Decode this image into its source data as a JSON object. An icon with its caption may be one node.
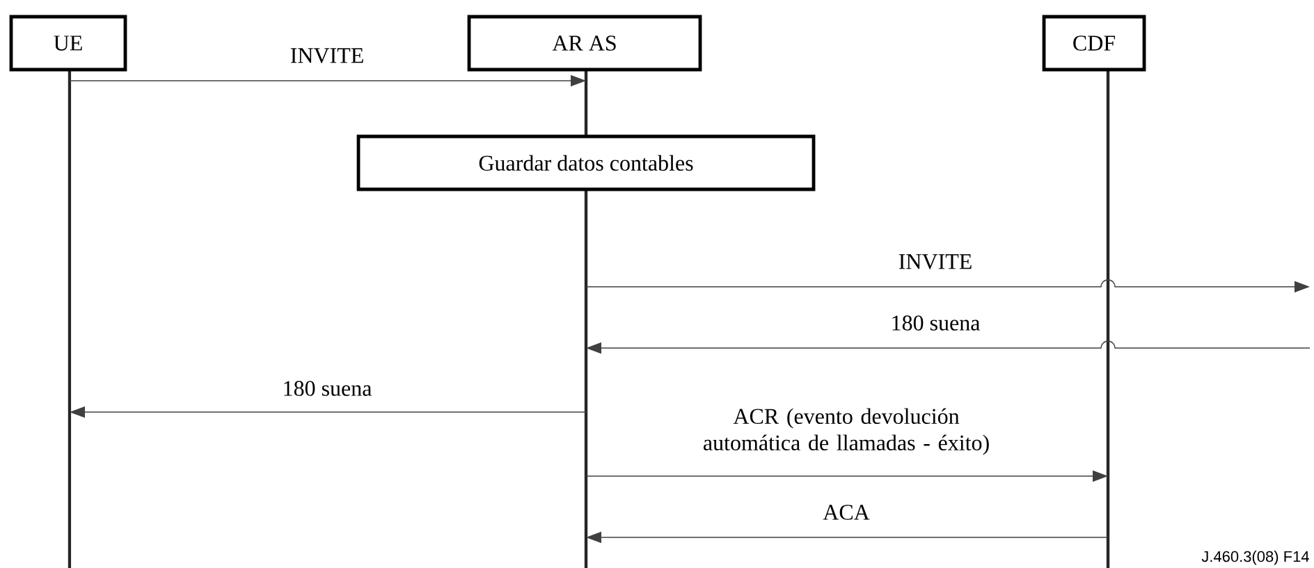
{
  "diagram": {
    "nodes": [
      {
        "text": [
          "UE"
        ]
      },
      {
        "text": [
          "AR AS"
        ]
      },
      {
        "text": [
          "CDF"
        ]
      },
      {
        "text": [
          "Guardar datos contables"
        ]
      }
    ],
    "edges": [
      {
        "from": 0,
        "to": 1,
        "arrow": "to",
        "label": "INVITE"
      },
      {
        "from": 1,
        "to": null,
        "arrow": "to",
        "label": "INVITE"
      },
      {
        "from": null,
        "to": 1,
        "arrow": "to",
        "label": "180 suena"
      },
      {
        "from": 1,
        "to": 0,
        "arrow": "to",
        "label": "180 suena"
      },
      {
        "from": 1,
        "to": 2,
        "arrow": "to",
        "label": "ACR (evento devolución automática de llamadas - éxito)"
      },
      {
        "from": 2,
        "to": 1,
        "arrow": "to",
        "label": "ACA"
      }
    ],
    "labels": [
      "J.460.3(08) F14"
    ]
  }
}
